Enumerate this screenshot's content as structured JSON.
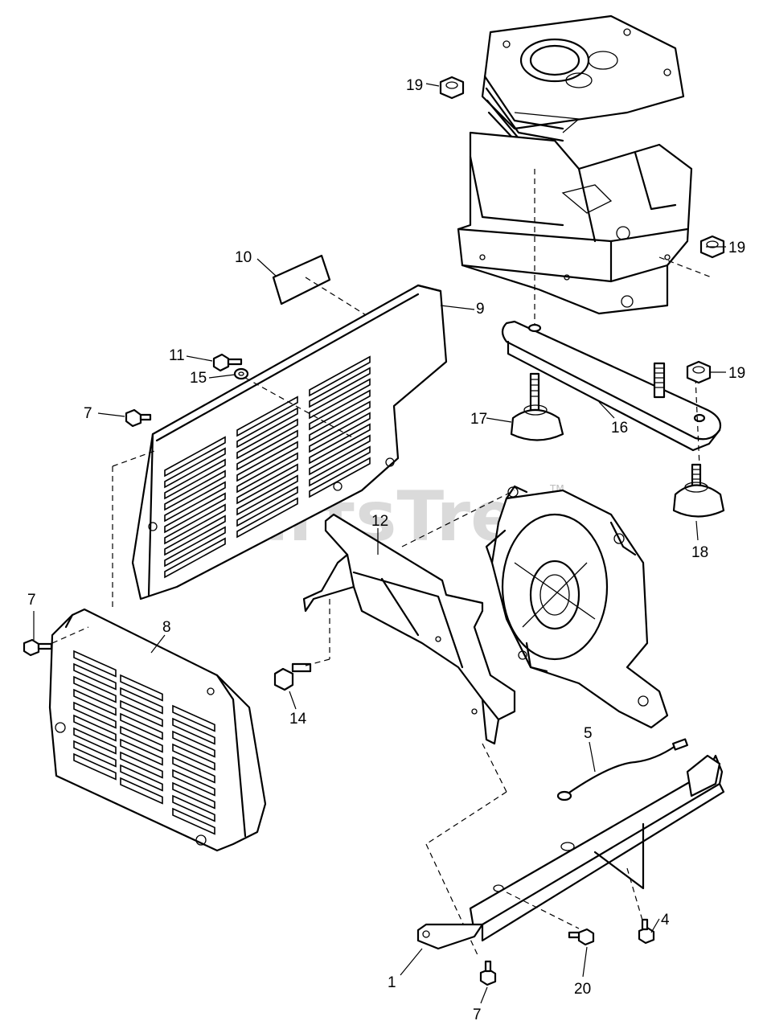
{
  "watermark": {
    "text": "PartsTree",
    "trademark": "TM"
  },
  "callouts": [
    {
      "id": "c-19a",
      "label": "19"
    },
    {
      "id": "c-19b",
      "label": "19"
    },
    {
      "id": "c-19c",
      "label": "19"
    },
    {
      "id": "c-10",
      "label": "10"
    },
    {
      "id": "c-9",
      "label": "9"
    },
    {
      "id": "c-11",
      "label": "11"
    },
    {
      "id": "c-15",
      "label": "15"
    },
    {
      "id": "c-7a",
      "label": "7"
    },
    {
      "id": "c-17",
      "label": "17"
    },
    {
      "id": "c-16",
      "label": "16"
    },
    {
      "id": "c-12",
      "label": "12"
    },
    {
      "id": "c-18",
      "label": "18"
    },
    {
      "id": "c-7b",
      "label": "7"
    },
    {
      "id": "c-8",
      "label": "8"
    },
    {
      "id": "c-14",
      "label": "14"
    },
    {
      "id": "c-5",
      "label": "5"
    },
    {
      "id": "c-4",
      "label": "4"
    },
    {
      "id": "c-1",
      "label": "1"
    },
    {
      "id": "c-20",
      "label": "20"
    },
    {
      "id": "c-7c",
      "label": "7"
    }
  ]
}
